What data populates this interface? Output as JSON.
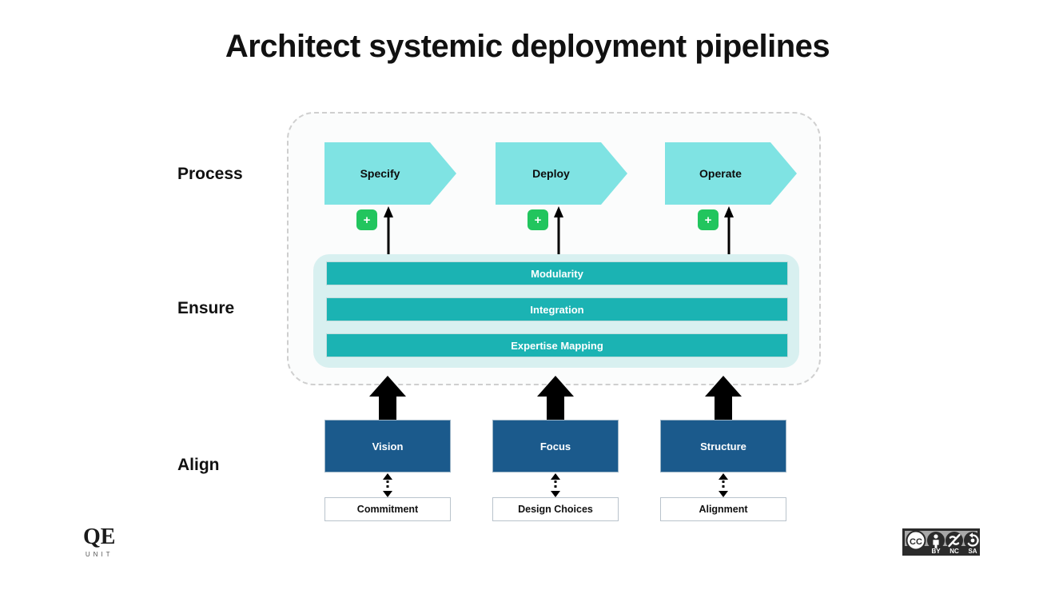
{
  "title": "Architect systemic deployment pipelines",
  "background": "#ffffff",
  "colors": {
    "chevron": "#7fe3e3",
    "plus_badge": "#22c55e",
    "ensure_container": "#d8f0f0",
    "ensure_bar": "#1bb3b3",
    "align_box": "#1b5a8c",
    "boundary_dash": "#cfcfcf",
    "arrow": "#000000",
    "text_dark": "#111111",
    "text_light": "#ffffff"
  },
  "rows": {
    "process": {
      "label": "Process"
    },
    "ensure": {
      "label": "Ensure"
    },
    "align": {
      "label": "Align"
    }
  },
  "process": {
    "steps": [
      {
        "label": "Specify",
        "badge": "+"
      },
      {
        "label": "Deploy",
        "badge": "+"
      },
      {
        "label": "Operate",
        "badge": "+"
      }
    ]
  },
  "ensure": {
    "bars": [
      {
        "label": "Modularity"
      },
      {
        "label": "Integration"
      },
      {
        "label": "Expertise Mapping"
      }
    ]
  },
  "align": {
    "drivers": [
      {
        "label": "Vision",
        "outcome": "Commitment"
      },
      {
        "label": "Focus",
        "outcome": "Design Choices"
      },
      {
        "label": "Structure",
        "outcome": "Alignment"
      }
    ]
  },
  "logo": {
    "mark": "QE",
    "sub": "UNIT"
  },
  "license": {
    "cc": "CC",
    "terms": [
      "BY",
      "NC",
      "SA"
    ]
  }
}
